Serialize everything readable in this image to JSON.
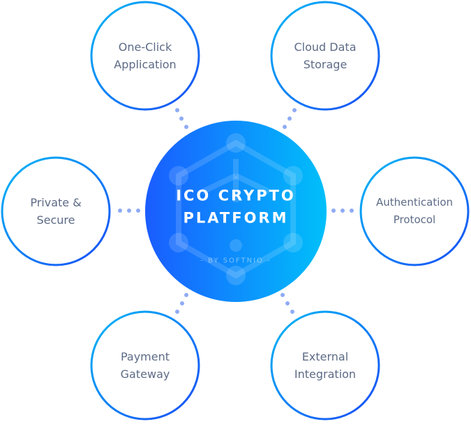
{
  "center": {
    "title_line1": "ICO CRYPTO",
    "title_line2": "PLATFORM",
    "subtitle": "- BY SOFTNIO -"
  },
  "nodes": [
    {
      "line1": "One-Click",
      "line2": "Application"
    },
    {
      "line1": "Cloud Data",
      "line2": "Storage"
    },
    {
      "line1": "Private &",
      "line2": "Secure"
    },
    {
      "line1": "Authentication",
      "line2": "Protocol"
    },
    {
      "line1": "Payment",
      "line2": "Gateway"
    },
    {
      "line1": "External",
      "line2": "Integration"
    }
  ],
  "colors": {
    "gradient_start": "#1a5cff",
    "gradient_end": "#00c0fa",
    "label": "#5d6b86",
    "dots": "#8fabf5"
  }
}
